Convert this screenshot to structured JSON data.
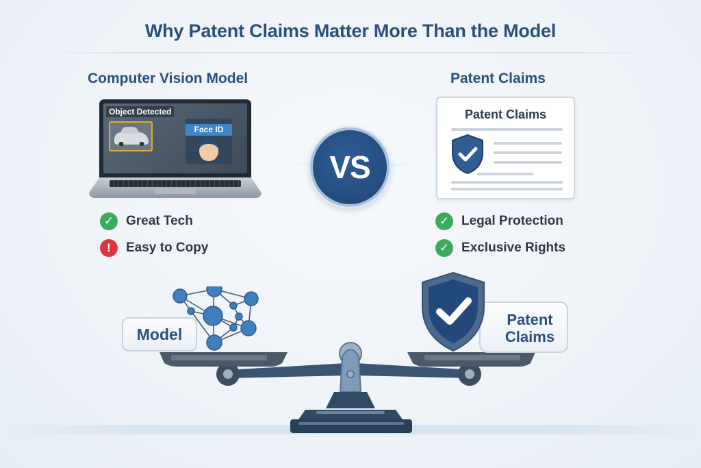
{
  "title": "Why Patent Claims Matter More Than the Model",
  "left_column": {
    "heading": "Computer Vision Model",
    "screen": {
      "object_label": "Object Detected",
      "face_label": "Face ID"
    },
    "features": [
      {
        "status": "check",
        "label": "Great Tech",
        "color": "#3dab5b"
      },
      {
        "status": "warning",
        "label": "Easy to Copy",
        "color": "#d9363e"
      }
    ]
  },
  "vs_label": "VS",
  "right_column": {
    "heading": "Patent Claims",
    "document_title": "Patent Claims",
    "features": [
      {
        "status": "check",
        "label": "Legal Protection",
        "color": "#3dab5b"
      },
      {
        "status": "check",
        "label": "Exclusive Rights",
        "color": "#3dab5b"
      }
    ]
  },
  "scale": {
    "left_pan_label": "Model",
    "right_pan_label_line1": "Patent",
    "right_pan_label_line2": "Claims"
  },
  "icons": {
    "check": "✓",
    "warning": "!"
  },
  "colors": {
    "primary": "#2b4f7c",
    "vs_fill": "#1f4575",
    "scale_dark": "#2f4a63",
    "success": "#3dab5b",
    "danger": "#d9363e"
  }
}
